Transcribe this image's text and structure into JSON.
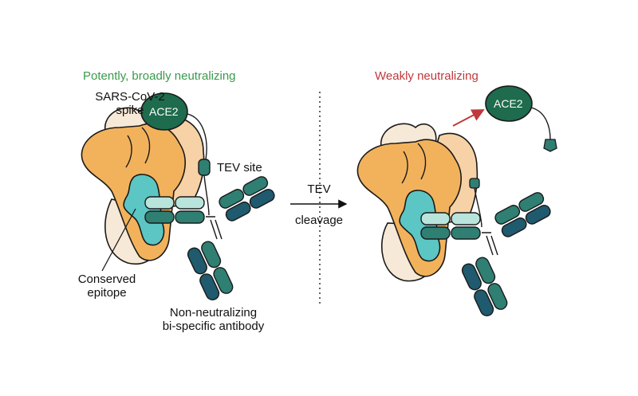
{
  "left_panel": {
    "title": "Potently, broadly neutralizing",
    "title_color": "#3a9a4a",
    "spike_label_line1": "SARS-CoV-2",
    "spike_label_line2": "spike",
    "ace2_label": "ACE2",
    "tev_site_label": "TEV site",
    "epitope_label_line1": "Conserved",
    "epitope_label_line2": "epitope",
    "antibody_label_line1": "Non-neutralizing",
    "antibody_label_line2": "bi-specific antibody"
  },
  "middle": {
    "arrow_label_line1": "TEV",
    "arrow_label_line2": "cleavage"
  },
  "right_panel": {
    "title": "Weakly neutralizing",
    "title_color": "#c0393b",
    "ace2_label": "ACE2",
    "arrow_color": "#c0393b"
  },
  "colors": {
    "spike_orange": "#f2b25c",
    "spike_light": "#f6d2a6",
    "spike_cream": "#f7e9d7",
    "epitope_teal": "#5cc6c4",
    "ace2_green": "#1e6b4d",
    "ab_dark": "#1f5a6e",
    "ab_mid": "#2f7f73",
    "ab_light": "#b8e4dc"
  }
}
